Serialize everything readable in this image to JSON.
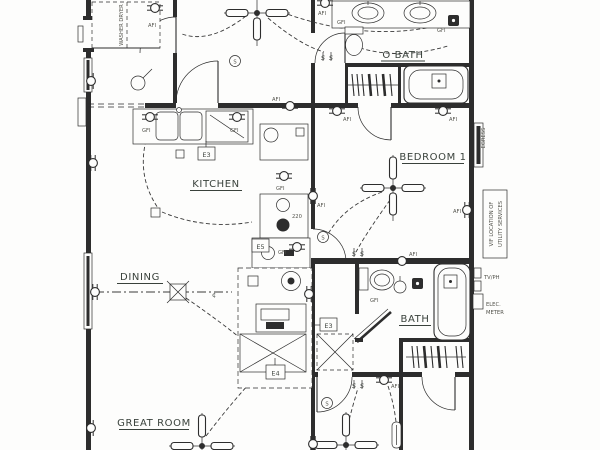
{
  "rooms": {
    "kitchen": "KITCHEN",
    "dining": "DINING",
    "great_room": "GREAT ROOM",
    "bedroom_1": "BEDROOM 1",
    "o_bath": "O BATH",
    "bath": "BATH"
  },
  "fixtures": {
    "washer_dryer": "WASHER DRYER"
  },
  "electrical": {
    "afi": "AFI",
    "gfi": "GFI",
    "volts_220": "220",
    "circuit_e3": "E3",
    "circuit_e4": "E4",
    "circuit_e5": "E5",
    "switch": "S",
    "centerline": "¢"
  },
  "notes": {
    "egress": "EGRESS",
    "utility_line1": "VIF LOCATION OF",
    "utility_line2": "UTILITY SERVICES",
    "tv_ph": "TV/PH",
    "elec_line1": "ELEC.",
    "elec_line2": "METER"
  },
  "colors": {
    "line": "#2d2d2d",
    "label": "#39413b",
    "paper": "#fdfdfc"
  }
}
